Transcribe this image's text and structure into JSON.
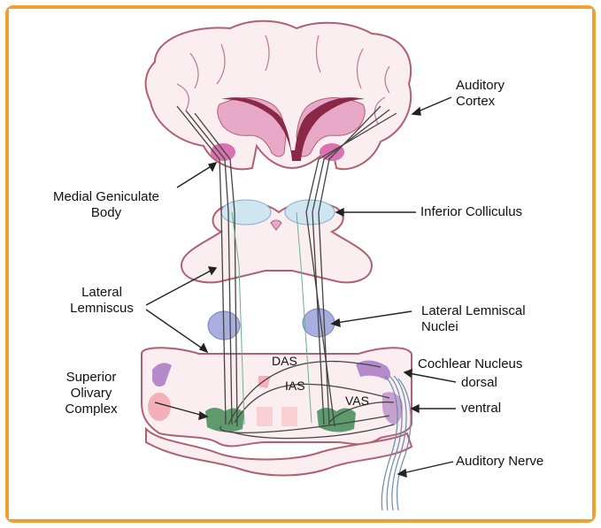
{
  "labels": {
    "auditory_cortex_1": "Auditory",
    "auditory_cortex_2": "Cortex",
    "mgb_1": "Medial Geniculate",
    "mgb_2": "Body",
    "inferior_colliculus": "Inferior Colliculus",
    "lateral_lemniscus_1": "Lateral",
    "lateral_lemniscus_2": "Lemniscus",
    "lemniscal_nuclei_1": "Lateral Lemniscal",
    "lemniscal_nuclei_2": "Nuclei",
    "cochlear_nucleus": "Cochlear Nucleus",
    "dorsal": "dorsal",
    "ventral": "ventral",
    "soc_1": "Superior",
    "soc_2": "Olivary",
    "soc_3": "Complex",
    "das": "DAS",
    "ias": "IAS",
    "vas": "VAS",
    "auditory_nerve": "Auditory Nerve"
  },
  "colors": {
    "frame": "#f0a030",
    "outline": "#b06070",
    "fill_pink": "#f6dfe3",
    "nucleus_magenta": "#d873b0",
    "blue_nuclei": "#a9aee0",
    "green_nuclei": "#5e9a6e",
    "fiber": "#444444"
  }
}
